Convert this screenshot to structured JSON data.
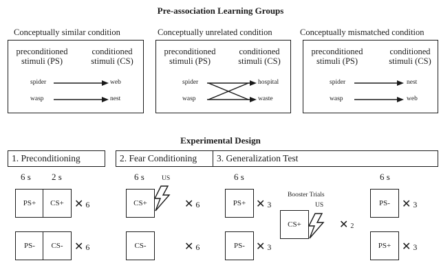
{
  "top_title": "Pre-association Learning Groups",
  "groups": [
    {
      "name": "Conceptually similar condition",
      "ps_header": "preconditioned\nstimuli (PS)",
      "cs_header": "conditioned\nstimuli (CS)",
      "ps_words": [
        "spider",
        "wasp"
      ],
      "cs_words": [
        "web",
        "nest"
      ]
    },
    {
      "name": "Conceptually unrelated condition",
      "ps_header": "preconditioned\nstimuli (PS)",
      "cs_header": "conditioned\nstimuli (CS)",
      "ps_words": [
        "spider",
        "wasp"
      ],
      "cs_words": [
        "hospital",
        "waste"
      ]
    },
    {
      "name": "Conceptually mismatched condition",
      "ps_header": "preconditioned\nstimuli (PS)",
      "cs_header": "conditioned\nstimuli (CS)",
      "ps_words": [
        "spider",
        "wasp"
      ],
      "cs_words": [
        "nest",
        "web"
      ]
    }
  ],
  "design_title": "Experimental Design",
  "phases": [
    "1. Preconditioning",
    "2. Fear Conditioning",
    "3. Generalization Test"
  ],
  "durations": {
    "pre_ps": "6 s",
    "pre_cs": "2 s",
    "fear": "6 s",
    "gen_left": "6 s",
    "gen_right": "6 s"
  },
  "us_label": "US",
  "booster_label": "Booster Trials",
  "trials": {
    "pre_top": [
      "PS+",
      "CS+"
    ],
    "pre_bottom": [
      "PS-",
      "CS-"
    ],
    "fear_top": "CS+",
    "fear_bottom": "CS-",
    "gen_left_top": "PS+",
    "gen_left_bottom": "PS-",
    "booster": "CS+",
    "gen_right_top": "PS-",
    "gen_right_bottom": "PS+"
  },
  "repeats": {
    "pre_top": "6",
    "pre_bottom": "6",
    "fear_top": "6",
    "fear_bottom": "6",
    "gen_left_top": "3",
    "gen_left_bottom": "3",
    "booster": "2",
    "gen_right_top": "3",
    "gen_right_bottom": "3"
  },
  "times_symbol": "✕"
}
